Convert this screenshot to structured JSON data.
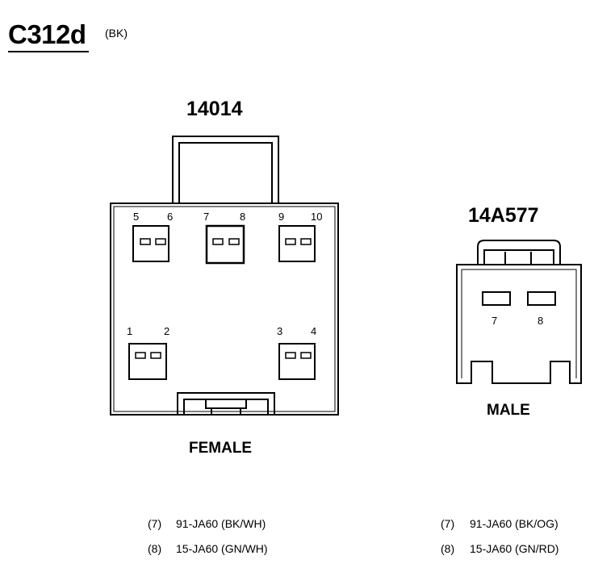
{
  "connector": {
    "id": "C312d",
    "color": "(BK)"
  },
  "female": {
    "part_number": "14014",
    "label": "FEMALE",
    "pins": [
      "5",
      "6",
      "7",
      "8",
      "9",
      "10",
      "1",
      "2",
      "3",
      "4"
    ]
  },
  "male": {
    "part_number": "14A577",
    "label": "MALE",
    "pins": [
      "7",
      "8"
    ]
  },
  "female_wires": [
    {
      "pin": "(7)",
      "circuit": "91-JA60 (BK/WH)"
    },
    {
      "pin": "(8)",
      "circuit": "15-JA60 (GN/WH)"
    }
  ],
  "male_wires": [
    {
      "pin": "(7)",
      "circuit": "91-JA60 (BK/OG)"
    },
    {
      "pin": "(8)",
      "circuit": "15-JA60 (GN/RD)"
    }
  ]
}
